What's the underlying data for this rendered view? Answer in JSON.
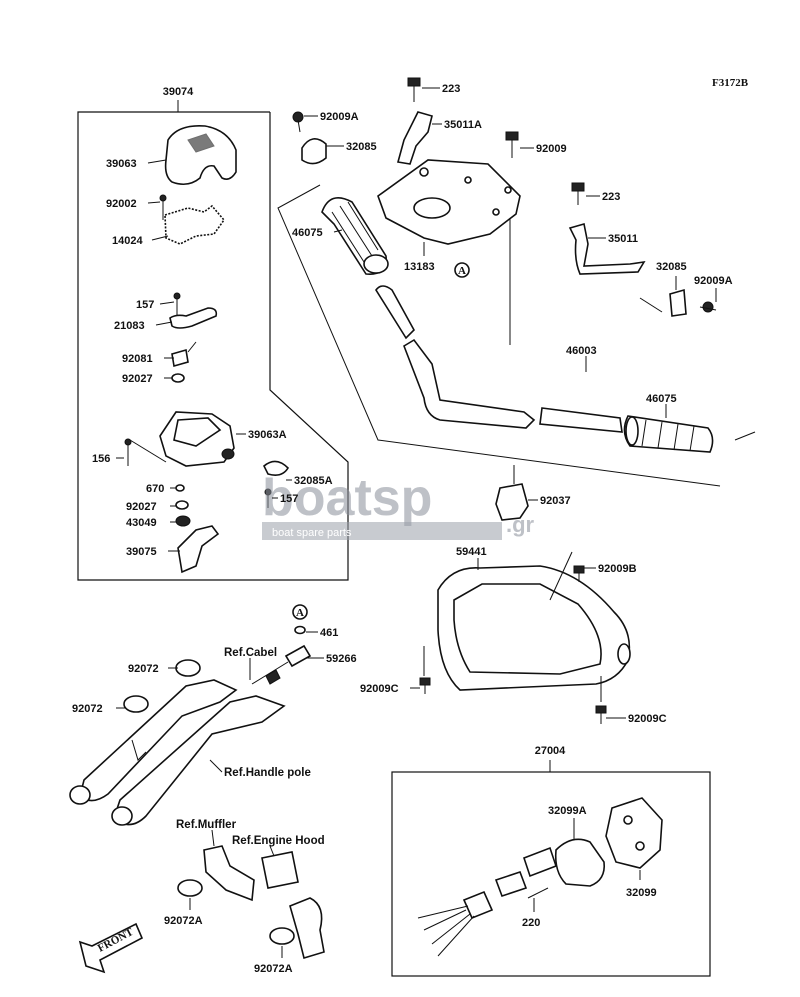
{
  "figure_code": "F3172B",
  "parts": {
    "p39074": "39074",
    "p39063": "39063",
    "p92002": "92002",
    "p14024": "14024",
    "p157a": "157",
    "p21083": "21083",
    "p92081": "92081",
    "p92027a": "92027",
    "p156": "156",
    "p39063A": "39063A",
    "p32085A": "32085A",
    "p157b": "157",
    "p670": "670",
    "p92027b": "92027",
    "p43049": "43049",
    "p39075": "39075",
    "p223a": "223",
    "p92009Aa": "92009A",
    "p35011A": "35011A",
    "p32085a": "32085",
    "p92009": "92009",
    "p46075a": "46075",
    "p13183": "13183",
    "p223b": "223",
    "p35011": "35011",
    "p32085b": "32085",
    "p92009Ab": "92009A",
    "p46003": "46003",
    "p46075b": "46075",
    "p92037": "92037",
    "p59441": "59441",
    "p92009Ba": "92009B",
    "p92009Ca": "92009C",
    "p92009Cb": "92009C",
    "p461": "461",
    "p59266": "59266",
    "p92072a": "92072",
    "p92072b": "92072",
    "p27004": "27004",
    "p32099A": "32099A",
    "p32099": "32099",
    "p220": "220",
    "p92072Aa": "92072A",
    "p92072Ab": "92072A"
  },
  "refs": {
    "cable": "Ref.Cabel",
    "handle_pole": "Ref.Handle pole",
    "muffler": "Ref.Muffler",
    "engine_hood": "Ref.Engine Hood"
  },
  "markers": {
    "a1": "A",
    "a2": "A"
  },
  "front_label": "FRONT",
  "watermark": {
    "brand": "boatsp",
    "suffix": ".gr",
    "tagline": "boat spare parts"
  }
}
